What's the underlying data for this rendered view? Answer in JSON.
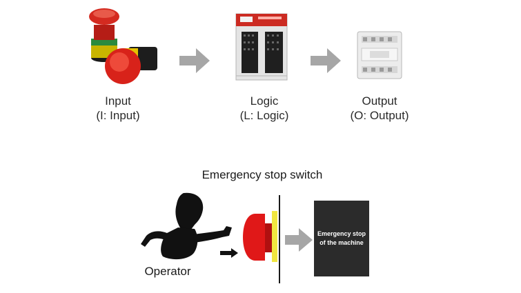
{
  "top_flow": {
    "stages": [
      {
        "label": "Input",
        "sublabel": "(I: Input)"
      },
      {
        "label": "Logic",
        "sublabel": "(L: Logic)"
      },
      {
        "label": "Output",
        "sublabel": "(O: Output)"
      }
    ]
  },
  "bottom_diagram": {
    "title": "Emergency stop switch",
    "operator_label": "Operator",
    "machine_box": {
      "line1": "Emergency stop",
      "line2": "of the machine"
    }
  },
  "colors": {
    "arrow_gray": "#a6a6a6",
    "button_red": "#e01818",
    "switch_yellow": "#f0e640",
    "machine_box": "#2b2b2b",
    "operator_black": "#111111"
  }
}
